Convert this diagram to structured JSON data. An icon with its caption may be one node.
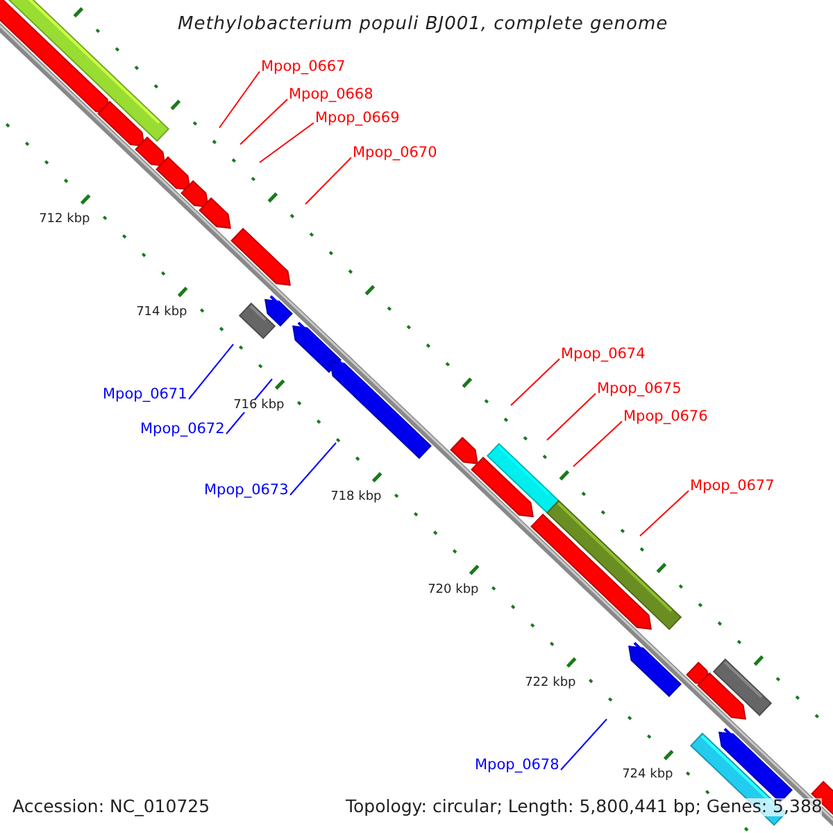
{
  "diagram": {
    "title": "Methylobacterium populi BJ001, complete genome",
    "nodes": [
      {
        "text": [
          "Mpop_0667"
        ]
      },
      {
        "text": [
          "Mpop_0668"
        ]
      },
      {
        "text": [
          "Mpop_0669"
        ]
      },
      {
        "text": [
          "Mpop_0670"
        ]
      },
      {
        "text": [
          "Mpop_0671"
        ]
      },
      {
        "text": [
          "Mpop_0672"
        ]
      },
      {
        "text": [
          "Mpop_0673"
        ]
      },
      {
        "text": [
          "Mpop_0674"
        ]
      },
      {
        "text": [
          "Mpop_0675"
        ]
      },
      {
        "text": [
          "Mpop_0676"
        ]
      },
      {
        "text": [
          "Mpop_0677"
        ]
      },
      {
        "text": [
          "Mpop_0678"
        ]
      }
    ],
    "edges": [
      {
        "from": 0,
        "to": null,
        "arrow": "none"
      },
      {
        "from": 1,
        "to": null,
        "arrow": "none"
      },
      {
        "from": 2,
        "to": null,
        "arrow": "none"
      },
      {
        "from": 3,
        "to": null,
        "arrow": "none"
      },
      {
        "from": 4,
        "to": null,
        "arrow": "none",
        "color": "#0000ff"
      },
      {
        "from": 5,
        "to": null,
        "arrow": "none",
        "color": "#0000ff"
      },
      {
        "from": 6,
        "to": null,
        "arrow": "none",
        "color": "#0000ff"
      },
      {
        "from": 7,
        "to": null,
        "arrow": "none"
      },
      {
        "from": 8,
        "to": null,
        "arrow": "none"
      },
      {
        "from": 9,
        "to": null,
        "arrow": "none"
      },
      {
        "from": 10,
        "to": null,
        "arrow": "none"
      },
      {
        "from": 11,
        "to": null,
        "arrow": "none",
        "color": "#0000ff"
      }
    ],
    "labels": [
      "712 kbp",
      "714 kbp",
      "716 kbp",
      "718 kbp",
      "720 kbp",
      "722 kbp",
      "724 kbp",
      "Accession: NC_010725",
      "Topology: circular; Length: 5,800,441 bp; Genes: 5,388"
    ]
  }
}
